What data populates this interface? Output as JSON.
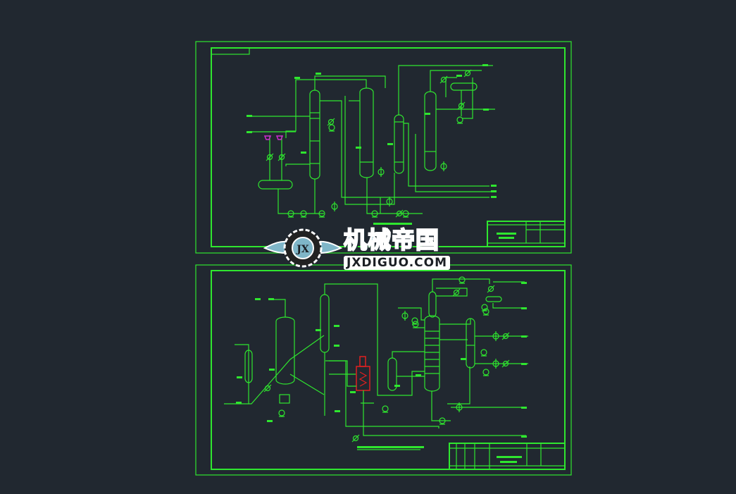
{
  "watermark": {
    "name_cn": "机械帝国",
    "url": "JXDIGUO.COM",
    "emblem_text": "JX"
  },
  "colors": {
    "background": "#212830",
    "line": "#2fe62f",
    "heater": "#e02020",
    "valve_highlight": "#d02ad0",
    "watermark_fill": "#8fc0d0"
  },
  "sheets": [
    {
      "id": "top-sheet"
    },
    {
      "id": "bottom-sheet"
    }
  ]
}
